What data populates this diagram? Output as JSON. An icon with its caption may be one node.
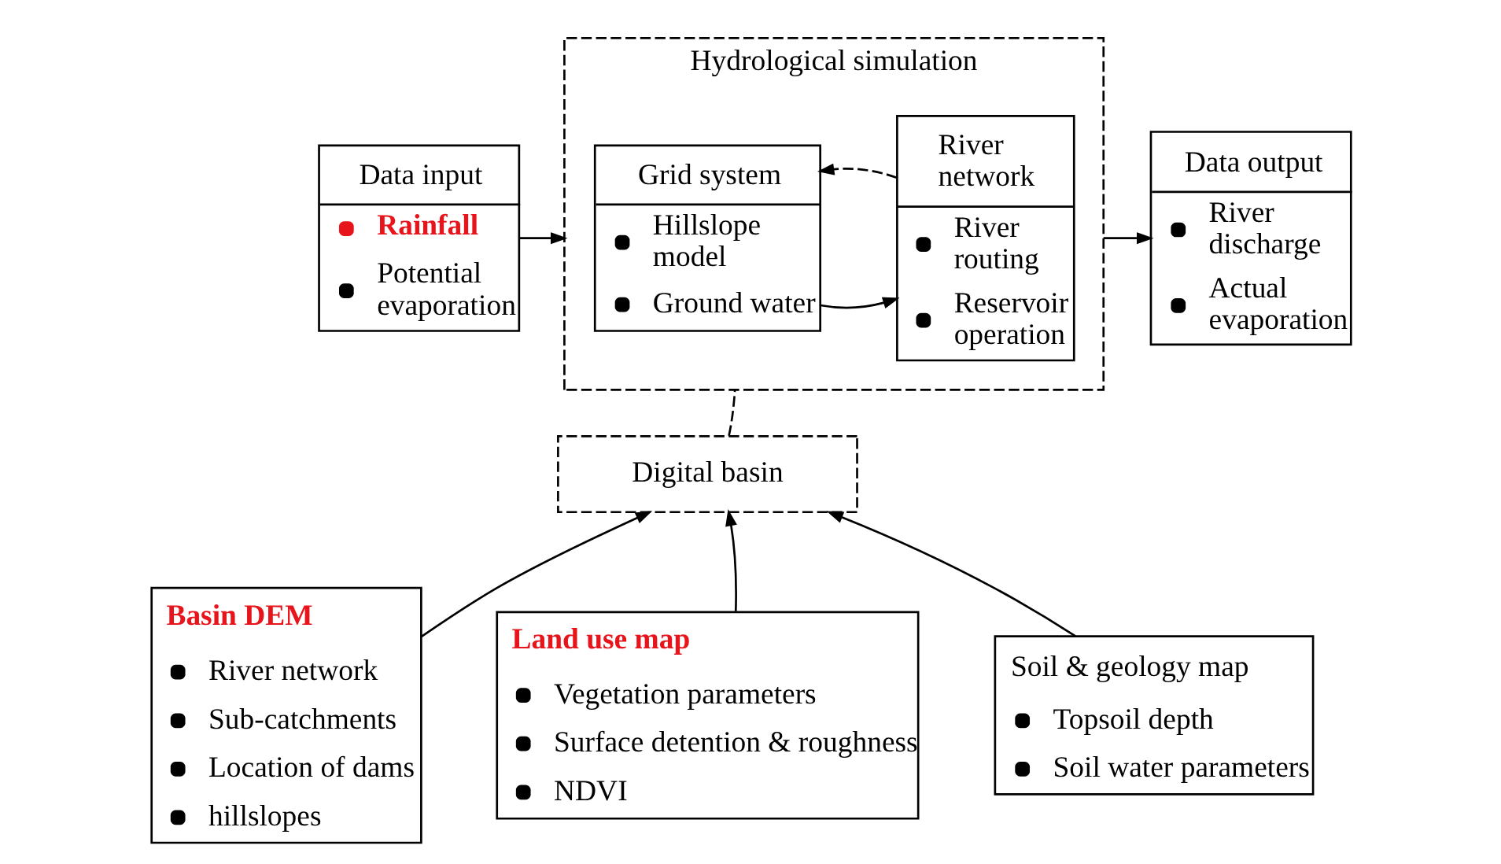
{
  "diagram": {
    "nodes": [
      {
        "text": [
          "Data input",
          "Rainfall",
          "Potential evaporation"
        ]
      },
      {
        "text": [
          "Hydrological simulation"
        ]
      },
      {
        "text": [
          "Grid system",
          "Hillslope model",
          "Ground water"
        ],
        "in": 1
      },
      {
        "text": [
          "River network",
          "River routing",
          "Reservoir operation"
        ],
        "in": 1
      },
      {
        "text": [
          "Data output",
          "River discharge",
          "Actual evaporation"
        ]
      },
      {
        "text": [
          "Digital basin"
        ]
      },
      {
        "text": [
          "Basin DEM",
          "River network",
          "Sub-catchments",
          "Location of dams",
          "hillslopes"
        ]
      },
      {
        "text": [
          "Land use map",
          "Vegetation parameters",
          "Surface detention & roughness",
          "NDVI"
        ]
      },
      {
        "text": [
          "Soil & geology map",
          "Topsoil depth",
          "Soil water parameters"
        ]
      }
    ],
    "edges": [
      {
        "from": 0,
        "to": 1,
        "arrow": "to"
      },
      {
        "from": 2,
        "to": 3,
        "arrow": "to"
      },
      {
        "from": 3,
        "to": 2,
        "arrow": "to",
        "style": "dashed"
      },
      {
        "from": 1,
        "to": 4,
        "arrow": "to"
      },
      {
        "from": 5,
        "to": 1,
        "arrow": "none",
        "style": "dashed"
      },
      {
        "from": 6,
        "to": 5,
        "arrow": "to"
      },
      {
        "from": 7,
        "to": 5,
        "arrow": "to"
      },
      {
        "from": 8,
        "to": 5,
        "arrow": "to"
      }
    ]
  }
}
